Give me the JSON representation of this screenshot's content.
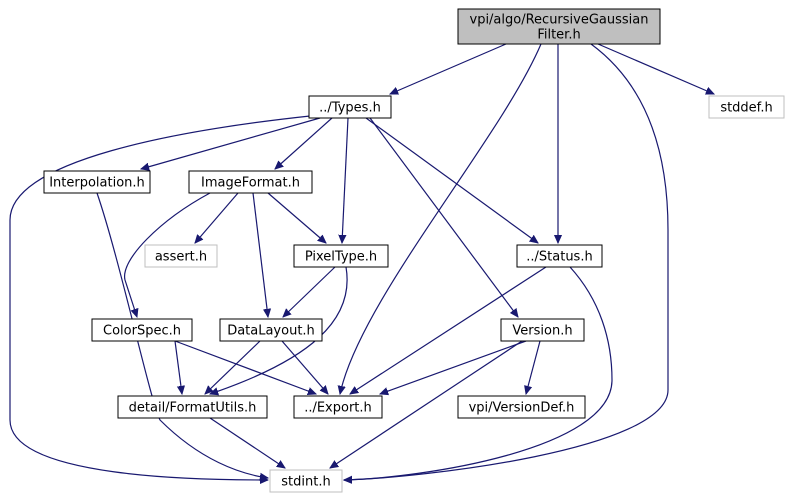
{
  "diagram": {
    "type": "include-dependency-graph",
    "nodes": [
      {
        "id": "root",
        "lines": [
          "vpi/algo/RecursiveGaussian",
          "Filter.h"
        ],
        "kind": "root"
      },
      {
        "id": "types",
        "lines": [
          "../Types.h"
        ],
        "kind": "local"
      },
      {
        "id": "stddef",
        "lines": [
          "stddef.h"
        ],
        "kind": "system"
      },
      {
        "id": "interp",
        "lines": [
          "Interpolation.h"
        ],
        "kind": "local"
      },
      {
        "id": "imgfmt",
        "lines": [
          "ImageFormat.h"
        ],
        "kind": "local"
      },
      {
        "id": "assert",
        "lines": [
          "assert.h"
        ],
        "kind": "system"
      },
      {
        "id": "pixtype",
        "lines": [
          "PixelType.h"
        ],
        "kind": "local"
      },
      {
        "id": "status",
        "lines": [
          "../Status.h"
        ],
        "kind": "local"
      },
      {
        "id": "colorspec",
        "lines": [
          "ColorSpec.h"
        ],
        "kind": "local"
      },
      {
        "id": "datalayout",
        "lines": [
          "DataLayout.h"
        ],
        "kind": "local"
      },
      {
        "id": "version",
        "lines": [
          "Version.h"
        ],
        "kind": "local"
      },
      {
        "id": "fmtutils",
        "lines": [
          "detail/FormatUtils.h"
        ],
        "kind": "local"
      },
      {
        "id": "export",
        "lines": [
          "../Export.h"
        ],
        "kind": "local"
      },
      {
        "id": "verdef",
        "lines": [
          "vpi/VersionDef.h"
        ],
        "kind": "local"
      },
      {
        "id": "stdint",
        "lines": [
          "stdint.h"
        ],
        "kind": "system"
      }
    ],
    "edges": [
      {
        "from": "root",
        "to": "types"
      },
      {
        "from": "root",
        "to": "export"
      },
      {
        "from": "root",
        "to": "status"
      },
      {
        "from": "root",
        "to": "stdint"
      },
      {
        "from": "root",
        "to": "stddef"
      },
      {
        "from": "types",
        "to": "stdint"
      },
      {
        "from": "types",
        "to": "interp"
      },
      {
        "from": "types",
        "to": "imgfmt"
      },
      {
        "from": "types",
        "to": "pixtype"
      },
      {
        "from": "types",
        "to": "status"
      },
      {
        "from": "types",
        "to": "version"
      },
      {
        "from": "interp",
        "to": "stdint"
      },
      {
        "from": "imgfmt",
        "to": "colorspec"
      },
      {
        "from": "imgfmt",
        "to": "assert"
      },
      {
        "from": "imgfmt",
        "to": "datalayout"
      },
      {
        "from": "imgfmt",
        "to": "pixtype"
      },
      {
        "from": "pixtype",
        "to": "datalayout"
      },
      {
        "from": "pixtype",
        "to": "fmtutils"
      },
      {
        "from": "status",
        "to": "export"
      },
      {
        "from": "status",
        "to": "stdint"
      },
      {
        "from": "colorspec",
        "to": "fmtutils"
      },
      {
        "from": "colorspec",
        "to": "export"
      },
      {
        "from": "datalayout",
        "to": "fmtutils"
      },
      {
        "from": "datalayout",
        "to": "export"
      },
      {
        "from": "version",
        "to": "export"
      },
      {
        "from": "version",
        "to": "verdef"
      },
      {
        "from": "version",
        "to": "stdint"
      },
      {
        "from": "fmtutils",
        "to": "stdint"
      }
    ]
  }
}
